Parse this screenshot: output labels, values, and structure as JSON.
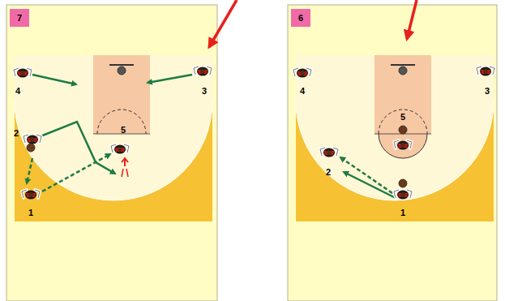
{
  "diagram": {
    "nodes": [
      {
        "text": [
          "7"
        ]
      },
      {
        "text": [
          "6"
        ]
      }
    ],
    "labels": [
      "4",
      "3",
      "2",
      "5",
      "1",
      "5",
      "4",
      "3",
      "2",
      "1"
    ]
  }
}
